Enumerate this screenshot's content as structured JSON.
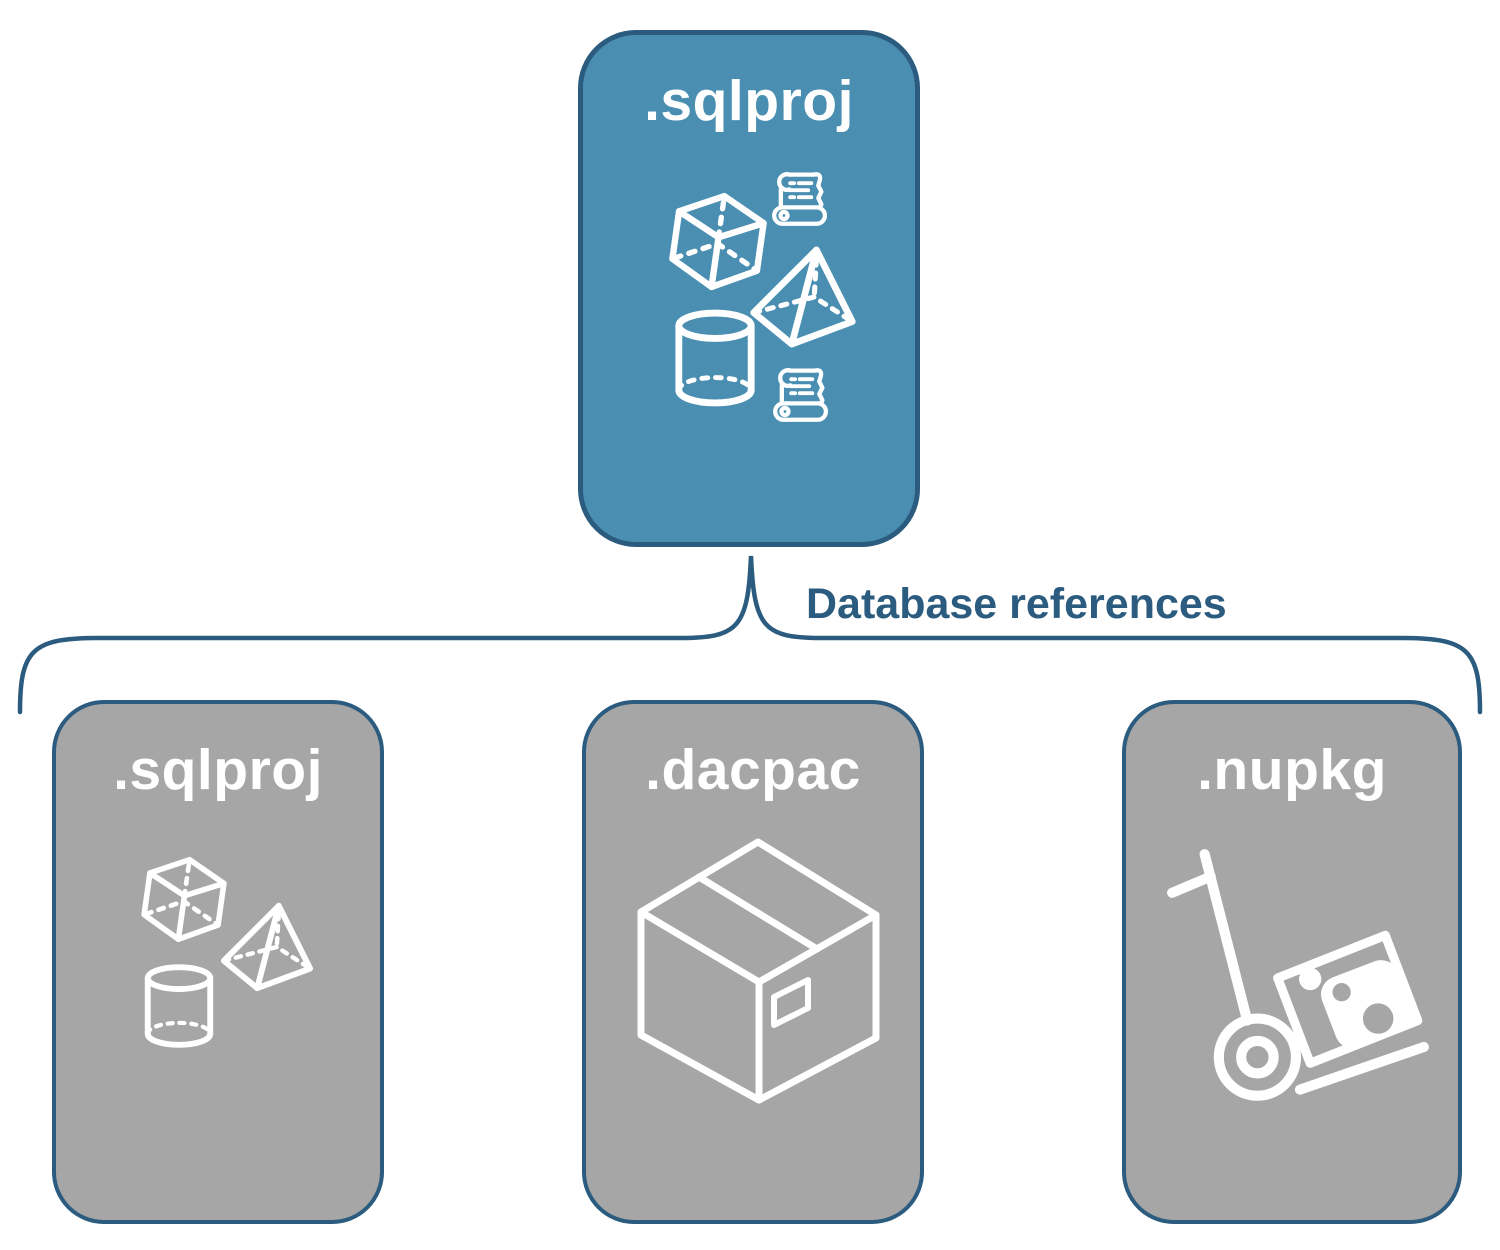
{
  "diagram": {
    "root": {
      "label": ".sqlproj",
      "fill": "#4a8fb1",
      "icons": [
        "scroll-icon",
        "cube-icon",
        "pyramid-icon",
        "cylinder-icon",
        "scroll-icon"
      ]
    },
    "connector_label": "Database references",
    "children": [
      {
        "label": ".sqlproj",
        "fill": "#a6a6a6",
        "icons": [
          "cube-icon",
          "pyramid-icon",
          "cylinder-icon"
        ]
      },
      {
        "label": ".dacpac",
        "fill": "#a6a6a6",
        "icons": [
          "package-icon"
        ]
      },
      {
        "label": ".nupkg",
        "fill": "#a6a6a6",
        "icons": [
          "hand-truck-package-icon",
          "nuget-logo-icon"
        ]
      }
    ],
    "colors": {
      "node_blue": "#4a8fb1",
      "node_gray": "#a6a6a6",
      "line_navy": "#2b5c7f",
      "icon_white": "#ffffff"
    }
  }
}
